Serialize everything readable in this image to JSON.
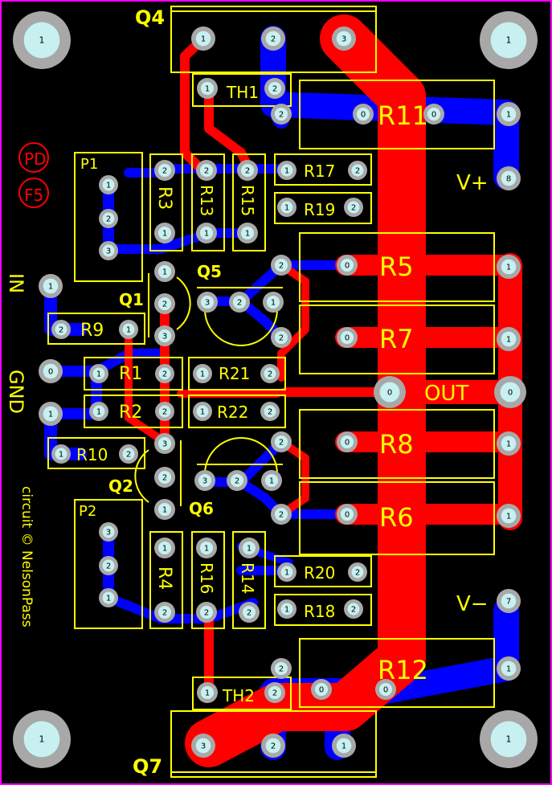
{
  "board_labels": {
    "q4": "Q4",
    "q7": "Q7",
    "q1": "Q1",
    "q2": "Q2",
    "q5": "Q5",
    "q6": "Q6",
    "p1": "P1",
    "p2": "P2",
    "th1": "TH1",
    "th2": "TH2",
    "r1": "R1",
    "r2": "R2",
    "r3": "R3",
    "r4": "R4",
    "r5": "R5",
    "r6": "R6",
    "r7": "R7",
    "r8": "R8",
    "r9": "R9",
    "r10": "R10",
    "r11": "R11",
    "r12": "R12",
    "r13": "R13",
    "r14": "R14",
    "r15": "R15",
    "r16": "R16",
    "r17": "R17",
    "r18": "R18",
    "r19": "R19",
    "r20": "R20",
    "r21": "R21",
    "r22": "R22",
    "in": "IN",
    "gnd": "GND",
    "out": "OUT",
    "vplus": "V+",
    "vminus": "V−",
    "logo1": "PD",
    "logo2": "F5",
    "credit": "circuit © NelsonPass"
  },
  "pad_numbers": {
    "n0": "0",
    "n1": "1",
    "n2": "2",
    "n3": "3",
    "n7": "7",
    "n8": "8"
  },
  "colors": {
    "background": "#000000",
    "outline": "#ff00ff",
    "top_copper": "#ff0000",
    "bottom_copper": "#0000ff",
    "silkscreen": "#ffff00",
    "pad": "#a8a8a8",
    "pad_hole": "#c8f0f0"
  }
}
